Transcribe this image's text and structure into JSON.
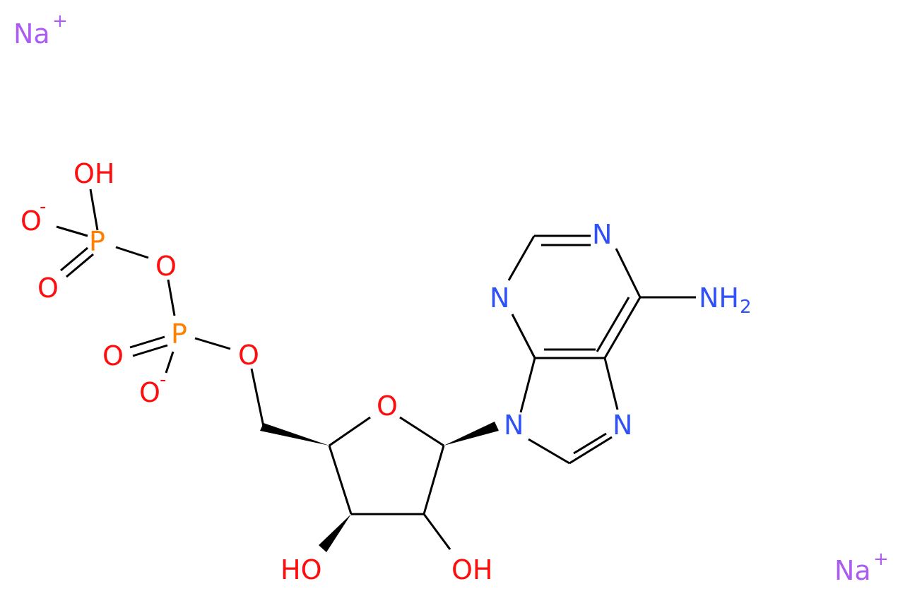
{
  "colors": {
    "bond": "#000000",
    "oxygen": "#ff0d0d",
    "nitrogen": "#3050f8",
    "phosphorus": "#ff8000",
    "sodium": "#ab5cf2"
  },
  "labels": {
    "na_top": "Na",
    "na_top_charge": "+",
    "na_bottom": "Na",
    "na_bottom_charge": "+",
    "oh_p1": "OH",
    "o_minus_p1": "O",
    "o_minus_p1_charge": "-",
    "p1": "P",
    "o_double_p1": "O",
    "o_bridge": "O",
    "p2": "P",
    "o_double_p2": "O",
    "o_minus_p2": "O",
    "o_minus_p2_charge": "-",
    "o_ester": "O",
    "o_ring": "O",
    "oh_c3": "HO",
    "oh_c2": "OH",
    "n9": "N",
    "n7": "N",
    "n3": "N",
    "n1": "N",
    "nh2": "NH",
    "nh2_sub": "2"
  }
}
